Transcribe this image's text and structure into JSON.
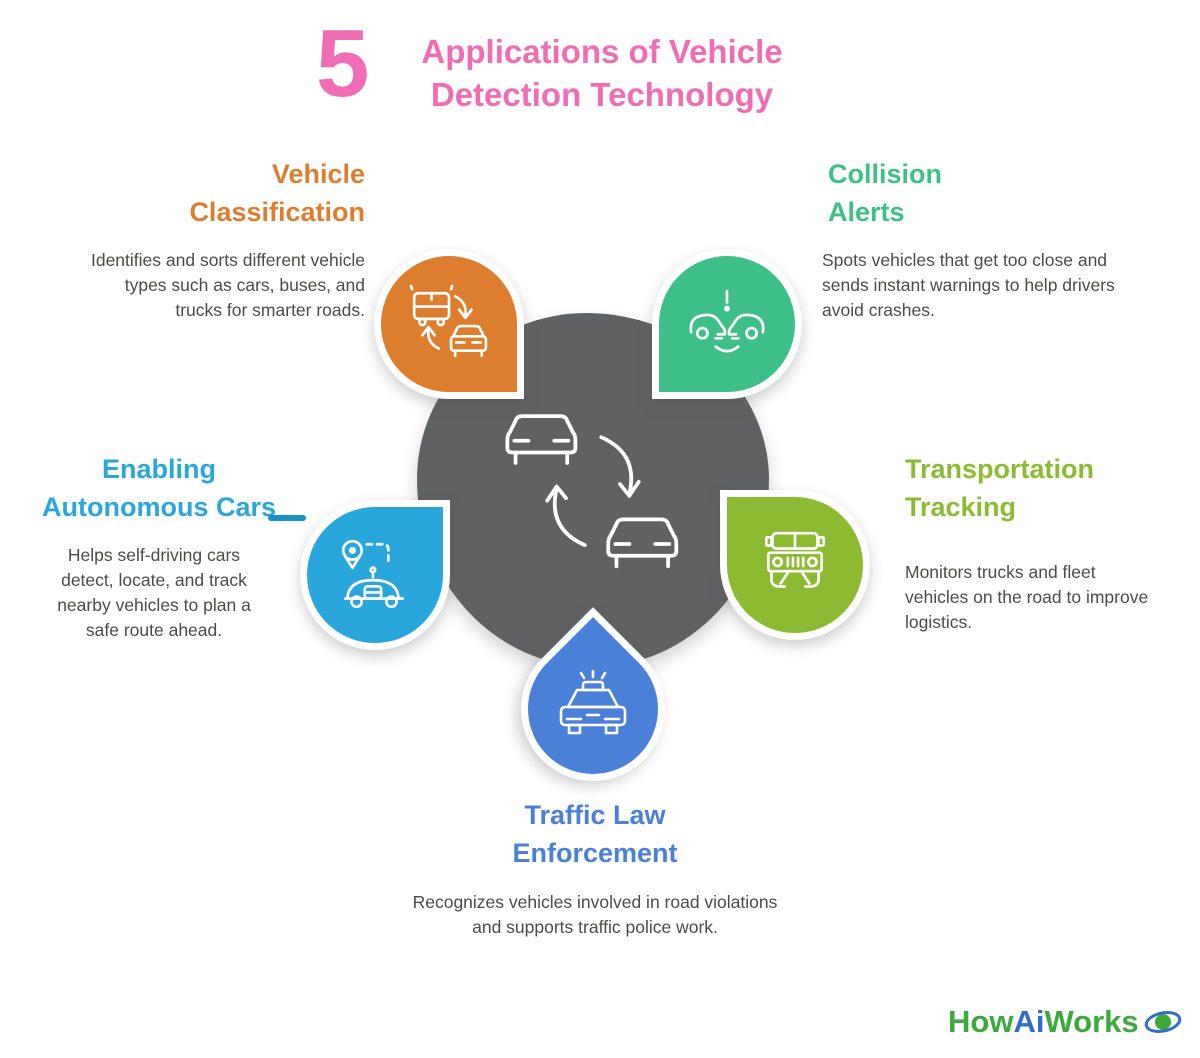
{
  "title": {
    "number": "5",
    "line1": "Applications of Vehicle",
    "line2": "Detection Technology"
  },
  "sections": {
    "classification": {
      "heading1": "Vehicle",
      "heading2": "Classification",
      "body": "Identifies and sorts different vehicle types such as cars, buses, and trucks for smarter roads."
    },
    "collision": {
      "heading1": "Collision",
      "heading2": "Alerts",
      "body": "Spots vehicles that get too close and sends instant warnings to help drivers avoid crashes."
    },
    "autonomous": {
      "heading1": "Enabling",
      "heading2": "Autonomous Cars",
      "body": "Helps self-driving cars detect, locate, and track nearby vehicles to plan a safe route ahead."
    },
    "fleet": {
      "heading1": "Transportation",
      "heading2": "Tracking",
      "body": "Monitors trucks and fleet vehicles on the road to improve logistics."
    },
    "enforcement": {
      "heading1": "Traffic Law",
      "heading2": "Enforcement",
      "body": "Recognizes vehicles involved in road violations and supports traffic police work."
    }
  },
  "logo": {
    "part1": "How",
    "part2": "Ai",
    "part3": "Works"
  },
  "colors": {
    "title_pink": "#f06cb4",
    "orange": "#dd7e2e",
    "green": "#3ebf88",
    "cyan": "#29a7dc",
    "olive": "#8dba33",
    "blue": "#4a80d8",
    "center_gray": "#5f6163",
    "body_text": "#4d4b47",
    "logo_green": "#3ba93b",
    "logo_blue": "#2c6fc4"
  }
}
